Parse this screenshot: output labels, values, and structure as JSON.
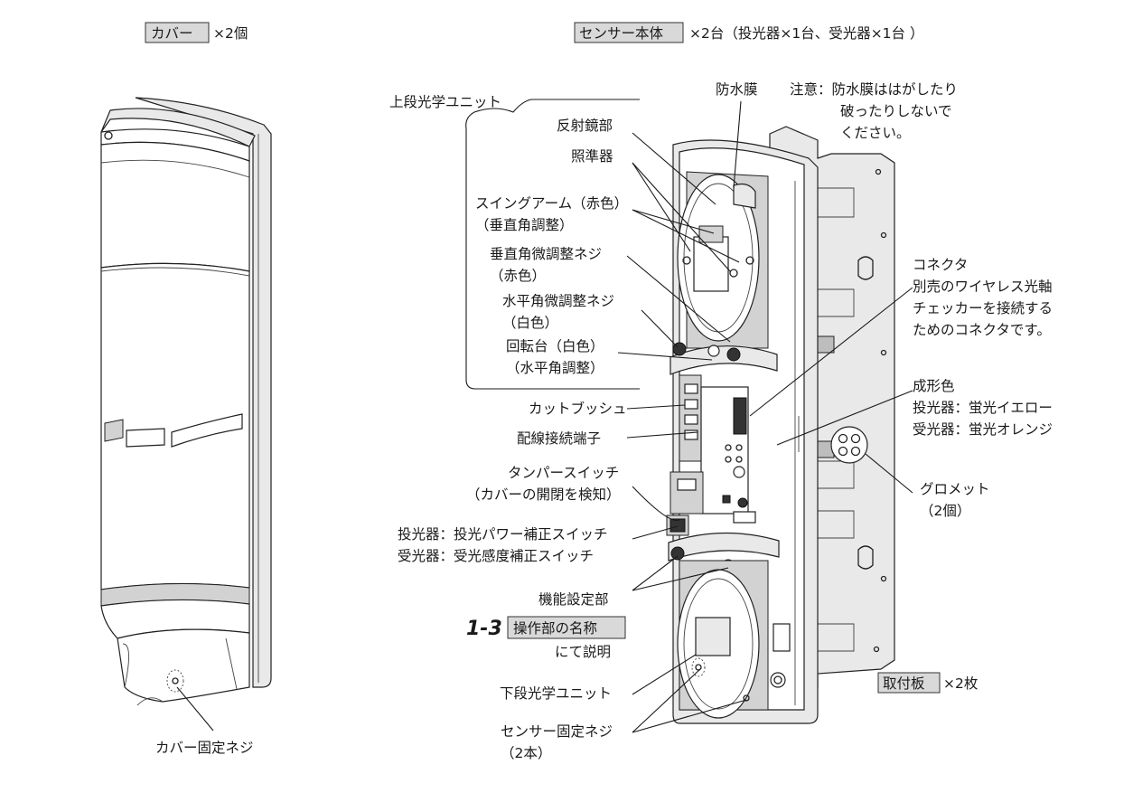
{
  "cover_header": {
    "boxed": "カバー",
    "qty": "×2個"
  },
  "sensor_header": {
    "boxed": "センサー本体",
    "qty": "×2台（投光器×1台、受光器×1台 ）"
  },
  "labels": {
    "upper_unit": "上段光学ユニット",
    "reflector": "反射鏡部",
    "sight": "照準器",
    "swing_arm_1": "スイングアーム（赤色）",
    "swing_arm_2": "（垂直角調整）",
    "v_screw_1": "垂直角微調整ネジ",
    "v_screw_2": "（赤色）",
    "h_screw_1": "水平角微調整ネジ",
    "h_screw_2": "（白色）",
    "turntable_1": "回転台（白色）",
    "turntable_2": "（水平角調整）",
    "cut_bush": "カットブッシュ",
    "terminal": "配線接続端子",
    "tamper_1": "タンパースイッチ",
    "tamper_2": "（カバーの開閉を検知）",
    "power_sw_1": "投光器：投光パワー補正スイッチ",
    "power_sw_2": "受光器：受光感度補正スイッチ",
    "func_set": "機能設定部",
    "ref_num": "1-3",
    "ref_boxed": "操作部の名称",
    "ref_after": "にて説明",
    "lower_unit": "下段光学ユニット",
    "fix_screw_1": "センサー固定ネジ",
    "fix_screw_2": "（2本）",
    "membrane": "防水膜",
    "note_1": "注意：防水膜ははがしたり",
    "note_2": "破ったりしないで",
    "note_3": "ください。",
    "connector_1": "コネクタ",
    "connector_2": "別売のワイヤレス光軸",
    "connector_3": "チェッカーを接続する",
    "connector_4": "ためのコネクタです。",
    "color_1": "成形色",
    "color_2": "投光器：蛍光イエロー",
    "color_3": "受光器：蛍光オレンジ",
    "grommet_1": "グロメット",
    "grommet_2": "（2個）",
    "cover_screw": "カバー固定ネジ"
  },
  "plate_label": {
    "boxed": "取付板",
    "qty": "×2枚"
  }
}
